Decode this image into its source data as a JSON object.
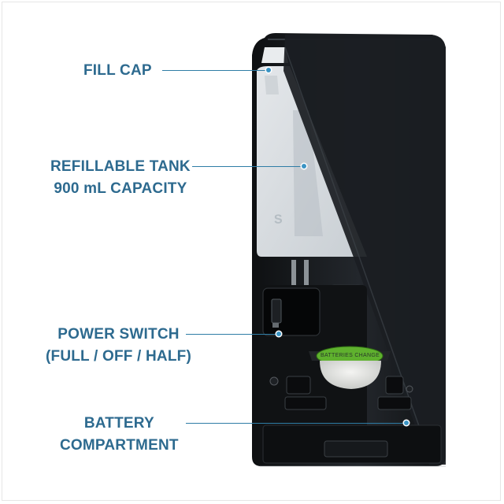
{
  "callouts": {
    "fill_cap": {
      "line1": "FILL CAP"
    },
    "tank": {
      "line1": "REFILLABLE TANK",
      "line2": "900 mL CAPACITY"
    },
    "power": {
      "line1": "POWER SWITCH",
      "line2": "(FULL / OFF / HALF)"
    },
    "battery": {
      "line1": "BATTERY",
      "line2": "COMPARTMENT"
    }
  },
  "device_markings": {
    "battery_label": "BATTERIES  CHANGE"
  },
  "colors": {
    "callout_text": "#2d6a8f",
    "leader_line": "#2f7da6",
    "housing": "#15171a",
    "tank": "#d9dde0",
    "battery_ring": "#6fbf3a"
  }
}
